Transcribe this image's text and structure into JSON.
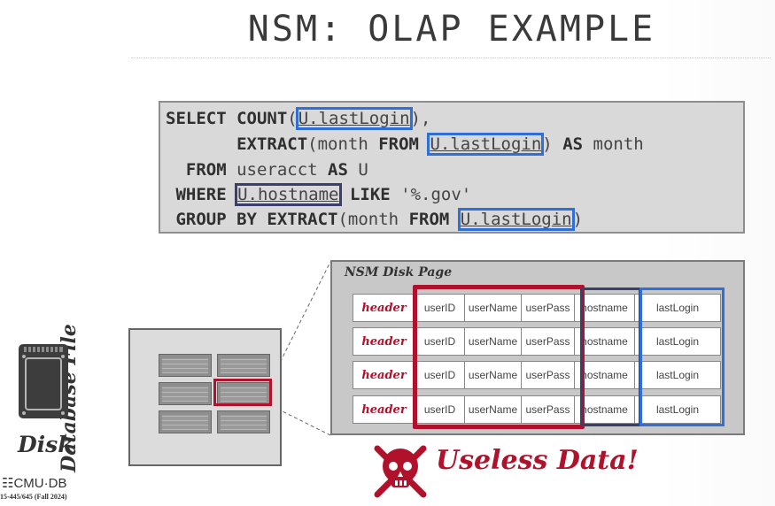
{
  "slide": {
    "title": "NSM: OLAP EXAMPLE",
    "sql": {
      "l1": {
        "kw1": "SELECT ",
        "kw2": "COUNT",
        "p1": "(",
        "col": "U.lastLogin",
        "p2": "),"
      },
      "l2": {
        "indent": "       ",
        "kw1": "EXTRACT",
        "t1": "(month ",
        "kw2": "FROM",
        "sp": " ",
        "col": "U.lastLogin",
        "t2": ") ",
        "kw3": "AS",
        "t3": " month"
      },
      "l3": {
        "indent": "  ",
        "kw1": "FROM",
        "t1": " useracct ",
        "kw2": "AS",
        "t2": " U"
      },
      "l4": {
        "indent": " ",
        "kw1": "WHERE",
        "sp": " ",
        "col": "U.hostname",
        "sp2": " ",
        "kw2": "LIKE",
        "t1": " '%.gov'"
      },
      "l5": {
        "indent": " ",
        "kw1": "GROUP BY EXTRACT",
        "t1": "(month ",
        "kw2": "FROM",
        "sp": " ",
        "col": "U.lastLogin",
        "t2": ")"
      }
    },
    "page_label": "NSM Disk Page",
    "row_cells": [
      "header",
      "userID",
      "userName",
      "userPass",
      "hostname",
      "lastLogin"
    ],
    "db_file_label": "Database File",
    "disk_label": "Disk",
    "callout": "Useless Data!",
    "logo": "CMU·DB",
    "course": "15-445/645 (Fall 2024)",
    "colors": {
      "highlight_red": "#b0122b",
      "highlight_blue": "#2f6fdb",
      "highlight_navy": "#3a3f6b"
    },
    "icons": [
      "disk-icon",
      "skull-icon",
      "cmu-db-logo-icon"
    ]
  }
}
